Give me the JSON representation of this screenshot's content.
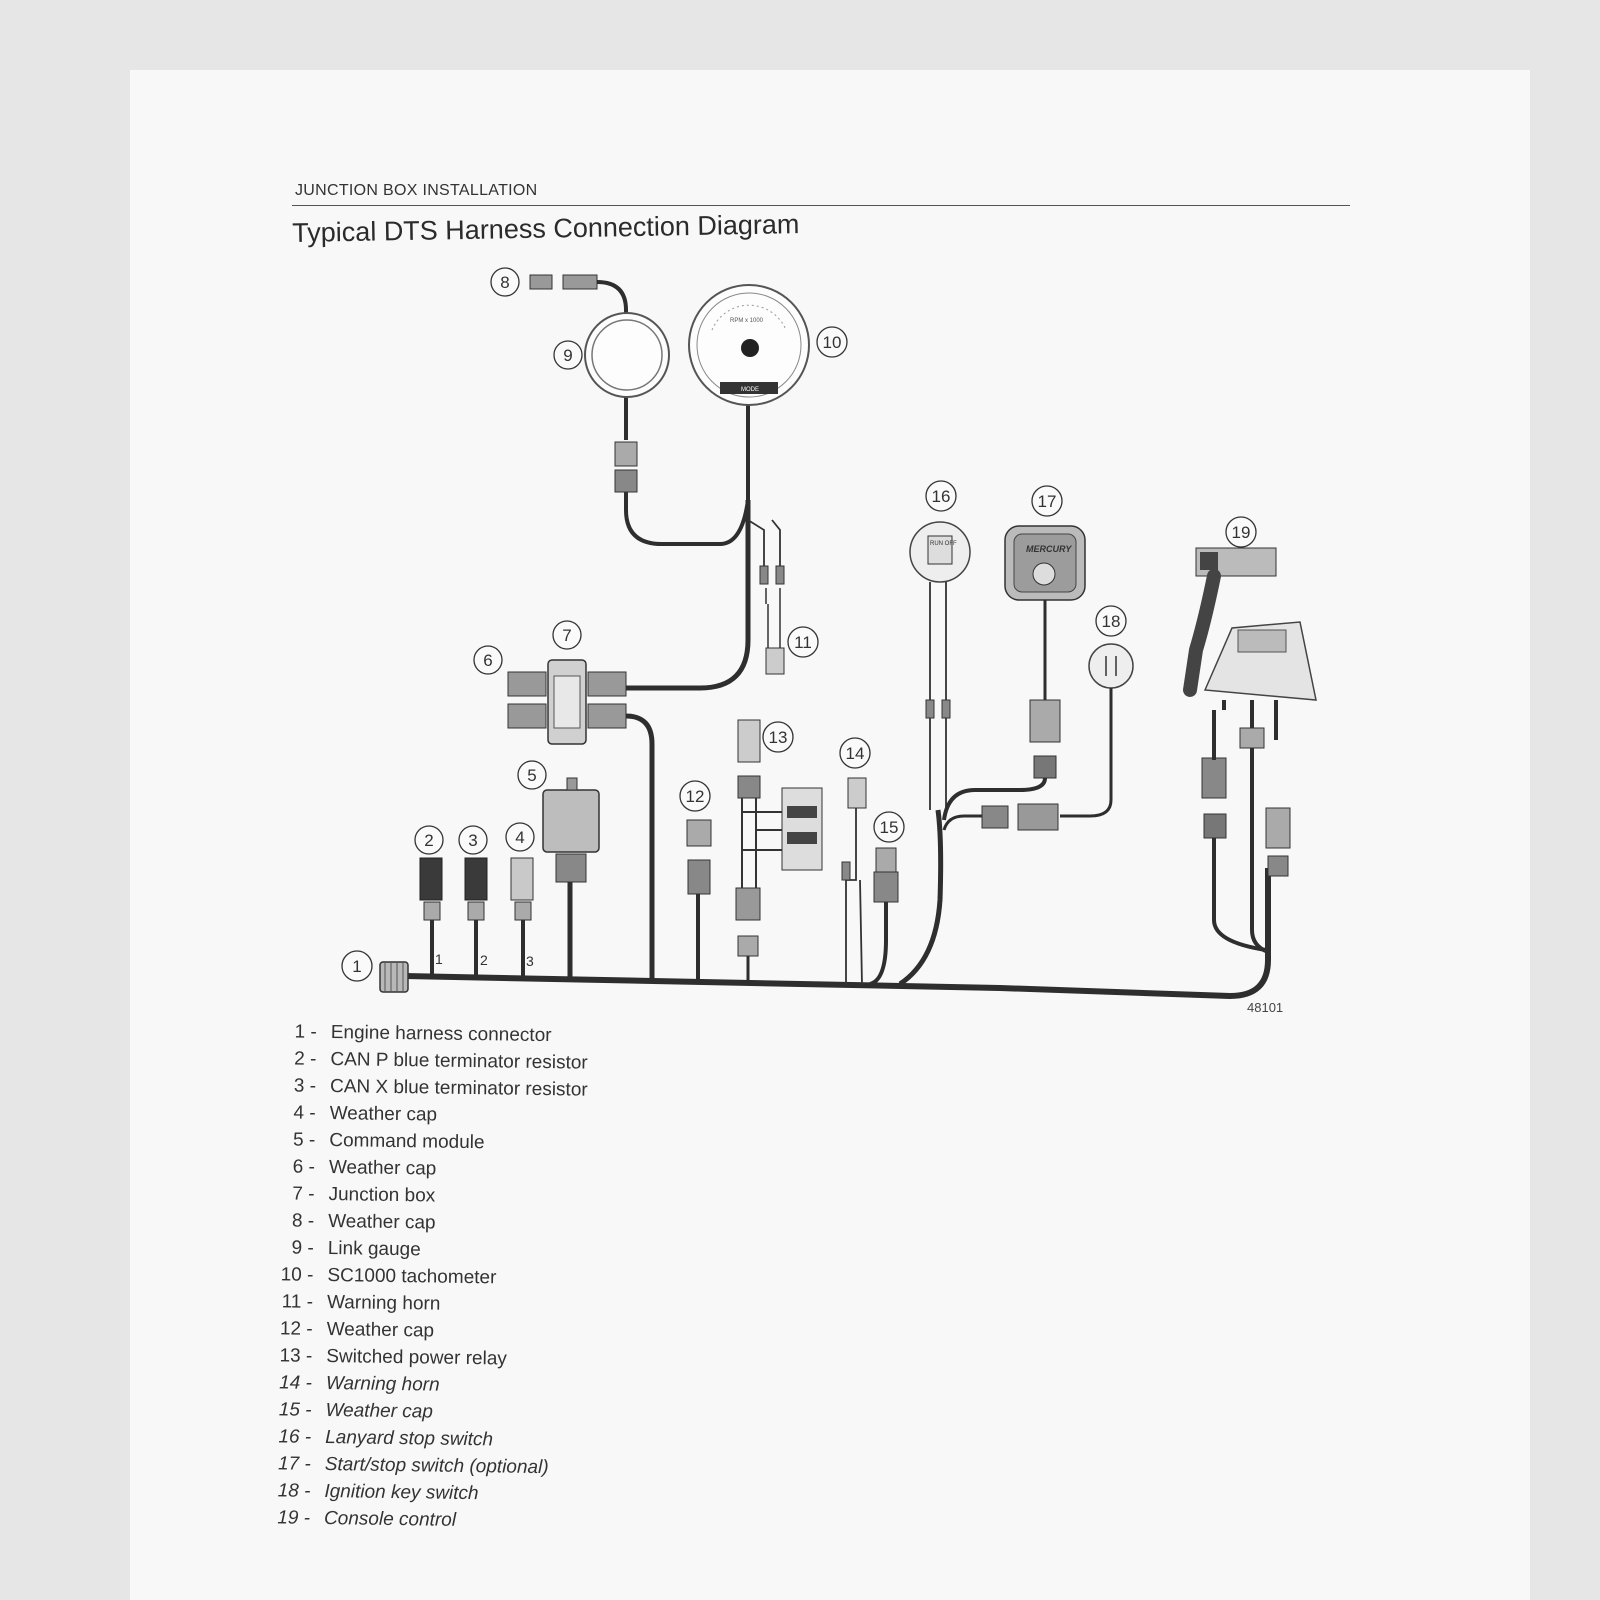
{
  "header": {
    "section": "JUNCTION BOX INSTALLATION",
    "title": "Typical DTS Harness Connection Diagram"
  },
  "figure_number": "48101",
  "callouts": [
    "1",
    "2",
    "3",
    "4",
    "5",
    "6",
    "7",
    "8",
    "9",
    "10",
    "11",
    "12",
    "13",
    "14",
    "15",
    "16",
    "17",
    "18",
    "19"
  ],
  "wire_labels": [
    "1",
    "2",
    "3"
  ],
  "device_text": {
    "tachometer": "RPM x 1000",
    "tach_button": "MODE",
    "lanyard": "RUN OFF",
    "startstop_brand": "MERCURY"
  },
  "legend": [
    {
      "num": "1 -",
      "label": "Engine harness connector"
    },
    {
      "num": "2 -",
      "label": "CAN P blue terminator resistor"
    },
    {
      "num": "3 -",
      "label": "CAN X blue terminator resistor"
    },
    {
      "num": "4 -",
      "label": "Weather cap"
    },
    {
      "num": "5 -",
      "label": "Command module"
    },
    {
      "num": "6 -",
      "label": "Weather cap"
    },
    {
      "num": "7 -",
      "label": "Junction box"
    },
    {
      "num": "8 -",
      "label": "Weather cap"
    },
    {
      "num": "9 -",
      "label": "Link gauge"
    },
    {
      "num": "10 -",
      "label": "SC1000 tachometer"
    },
    {
      "num": "11 -",
      "label": "Warning horn"
    },
    {
      "num": "12 -",
      "label": "Weather cap"
    },
    {
      "num": "13 -",
      "label": "Switched power relay"
    },
    {
      "num": "14 -",
      "label": "Warning horn"
    },
    {
      "num": "15 -",
      "label": "Weather cap"
    },
    {
      "num": "16 -",
      "label": "Lanyard stop switch"
    },
    {
      "num": "17 -",
      "label": "Start/stop switch (optional)"
    },
    {
      "num": "18 -",
      "label": "Ignition key switch"
    },
    {
      "num": "19 -",
      "label": "Console control"
    }
  ]
}
